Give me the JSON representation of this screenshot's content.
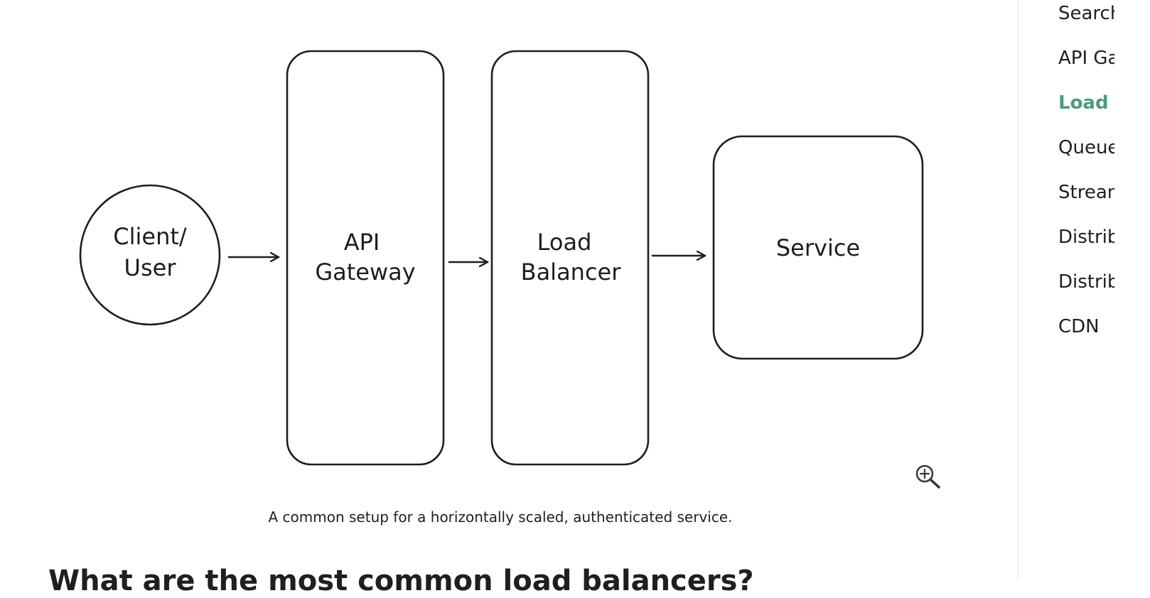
{
  "diagram": {
    "nodes": [
      {
        "label_lines": [
          "Client/",
          "User"
        ]
      },
      {
        "label_lines": [
          "API",
          "Gateway"
        ]
      },
      {
        "label_lines": [
          "Load",
          "Balancer"
        ]
      },
      {
        "label_lines": [
          "Service"
        ]
      }
    ]
  },
  "figure": {
    "caption": "A common setup for a horizontally scaled, authenticated service."
  },
  "content": {
    "next_heading": "What are the most common load balancers?"
  },
  "toc": {
    "active_color": "#4a9a85",
    "items": [
      {
        "label": "Search"
      },
      {
        "label": "API Gateway"
      },
      {
        "label": "Load Balancer",
        "active": true
      },
      {
        "label": "Queue"
      },
      {
        "label": "Streams"
      },
      {
        "label": "Distributed Lock"
      },
      {
        "label": "Distributed Cache"
      },
      {
        "label": "CDN"
      }
    ]
  }
}
